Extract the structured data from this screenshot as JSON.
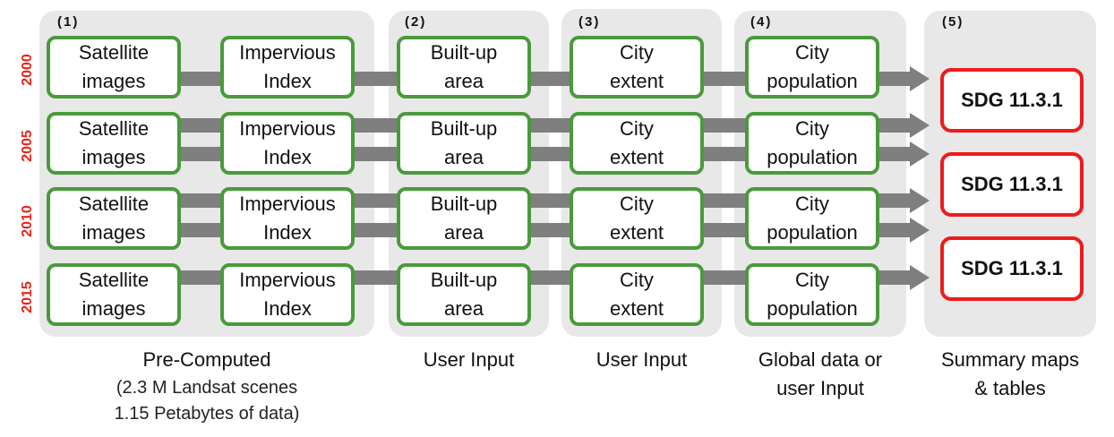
{
  "stages": [
    {
      "number": "(1)",
      "caption": "Pre-Computed",
      "sub": [
        "(2.3 M Landsat scenes",
        "1.15 Petabytes of data)"
      ]
    },
    {
      "number": "(2)",
      "caption": "User Input"
    },
    {
      "number": "(3)",
      "caption": "User Input"
    },
    {
      "number": "(4)",
      "caption_lines": [
        "Global data or",
        "user Input"
      ]
    },
    {
      "number": "(5)",
      "caption_lines": [
        "Summary maps",
        "& tables"
      ]
    }
  ],
  "years": [
    "2000",
    "2005",
    "2010",
    "2015"
  ],
  "box_labels": {
    "satellite": [
      "Satellite",
      "images"
    ],
    "impervious": [
      "Impervious",
      "Index"
    ],
    "builtup": [
      "Built-up",
      "area"
    ],
    "extent": [
      "City",
      "extent"
    ],
    "population": [
      "City",
      "population"
    ]
  },
  "sdg_label": "SDG 11.3.1",
  "colors": {
    "box_border": "#4a9a3c",
    "sdg_border": "#ee1b1b",
    "year_text": "#e8261d",
    "arrow": "#7f7f7f",
    "panel": "#e8e8e8"
  }
}
